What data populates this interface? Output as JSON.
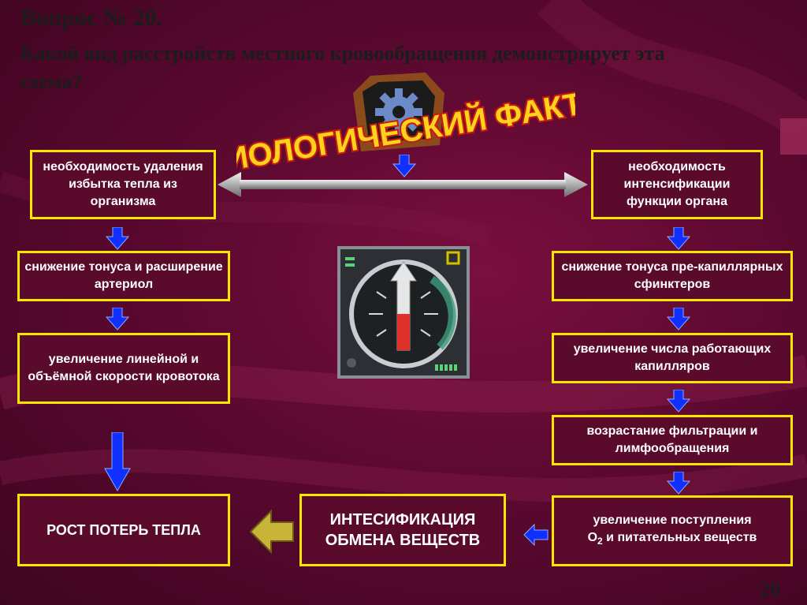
{
  "slide": {
    "question_label": "Вопрос № 20.",
    "question_text": "Какой вид расстройств местного кровообращения демонстрирует эта схема?",
    "header_banner": "ЭТИОЛОГИЧЕСКИЙ ФАКТОР",
    "page_number": "20"
  },
  "left_column": {
    "box1": "необходимость удаления избытка тепла из организма",
    "box2": "снижение тонуса и расширение артериол",
    "box3": "увеличение линейной и объёмной скорости кровотока"
  },
  "right_column": {
    "box1": "необходимость интенсификации функции органа",
    "box2": "снижение тонуса пре-капиллярных сфинктеров",
    "box3": "увеличение числа работающих капилляров",
    "box4": "возрастание фильтрации и лимфообращения",
    "box5_line1": "увеличение поступления",
    "box5_o": "O",
    "box5_sub": "2",
    "box5_rest": " и питательных веществ"
  },
  "bottom": {
    "result_left": "РОСТ ПОТЕРЬ ТЕПЛА",
    "result_center": "ИНТЕСИФИКАЦИЯ ОБМЕНА ВЕЩЕСТВ"
  },
  "colors": {
    "box_border": "#ffe600",
    "arrow_blue": "#1030ff",
    "background": "#5c0930"
  }
}
